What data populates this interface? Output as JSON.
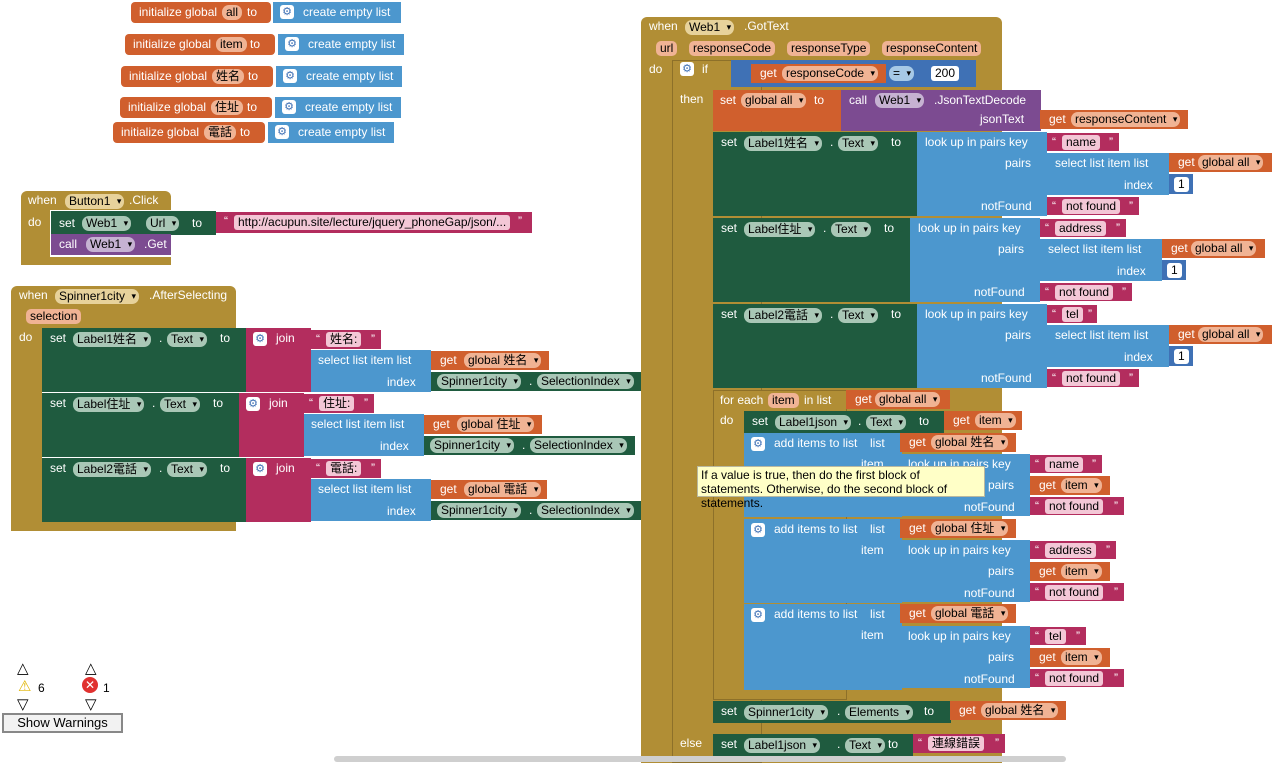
{
  "globals": [
    {
      "prefix": "initialize global",
      "name": "all",
      "to": "to",
      "value": "create empty list"
    },
    {
      "prefix": "initialize global",
      "name": "item",
      "to": "to",
      "value": "create empty list"
    },
    {
      "prefix": "initialize global",
      "name": "姓名",
      "to": "to",
      "value": "create empty list"
    },
    {
      "prefix": "initialize global",
      "name": "住址",
      "to": "to",
      "value": "create empty list"
    },
    {
      "prefix": "initialize global",
      "name": "電話",
      "to": "to",
      "value": "create empty list"
    }
  ],
  "button_event": {
    "when": "when",
    "component": "Button1",
    "event": ".Click",
    "do": "do",
    "set": "set",
    "set_component": "Web1",
    "set_prop": "Url",
    "to": "to",
    "url": "http://acupun.site/lecture/jquery_phoneGap/json/...",
    "call": "call",
    "call_component": "Web1",
    "call_method": ".Get"
  },
  "spinner_event": {
    "when": "when",
    "component": "Spinner1city",
    "event": ".AfterSelecting",
    "param": "selection",
    "do": "do",
    "rows": [
      {
        "label": "Label1姓名",
        "prefix": "姓名:",
        "global": "global 姓名"
      },
      {
        "label": "Label住址",
        "prefix": "住址:",
        "global": "global 住址"
      },
      {
        "label": "Label2電話",
        "prefix": "電話:",
        "global": "global 電話"
      }
    ],
    "set": "set",
    "text": "Text",
    "to": "to",
    "join": "join",
    "select": "select list item  list",
    "get": "get",
    "index": "index",
    "spinner": "Spinner1city",
    "sel_index": "SelectionIndex"
  },
  "web_event": {
    "when": "when",
    "component": "Web1",
    "event": ".GotText",
    "params": [
      "url",
      "responseCode",
      "responseType",
      "responseContent"
    ],
    "do": "do",
    "if": "if",
    "then": "then",
    "else": "else",
    "get": "get",
    "response_code": "responseCode",
    "op": "=",
    "num": "200",
    "set": "set",
    "global_all": "global all",
    "to": "to",
    "call": "call",
    "web": "Web1",
    "decode": ".JsonTextDecode",
    "jsonText": "jsonText",
    "response_content": "responseContent",
    "lookups": [
      {
        "label": "Label1姓名",
        "key": "name"
      },
      {
        "label": "Label住址",
        "key": "address"
      },
      {
        "label": "Label2電話",
        "key": "tel"
      }
    ],
    "text": "Text",
    "lookup": "look up in pairs  key",
    "pairs": "pairs",
    "select": "select list item  list",
    "index": "index",
    "index_val": "1",
    "notFound": "notFound",
    "not_found": "not found",
    "for_each": "for each",
    "item": "item",
    "in_list": "in list",
    "label_json": "Label1json",
    "add_items": "add items to list",
    "list": "list",
    "item_label": "item",
    "adds": [
      {
        "global": "global 姓名",
        "key": "name"
      },
      {
        "global": "global 住址",
        "key": "address"
      },
      {
        "global": "global 電話",
        "key": "tel"
      }
    ],
    "spinner": "Spinner1city",
    "elements": "Elements",
    "global_name": "global 姓名",
    "error": "連線錯誤"
  },
  "tooltip": "If a value is true, then do the first block of statements. Otherwise, do the second block of statements.",
  "warnings": {
    "warn_count": "6",
    "error_count": "1",
    "show_label": "Show Warnings"
  },
  "colors": {
    "event": "#b18e35",
    "variable": "#d05f2d",
    "list": "#4c97ce",
    "component": "#1f5b3f",
    "call": "#7c4b91",
    "text": "#b32d5e",
    "math": "#3f71b5"
  }
}
